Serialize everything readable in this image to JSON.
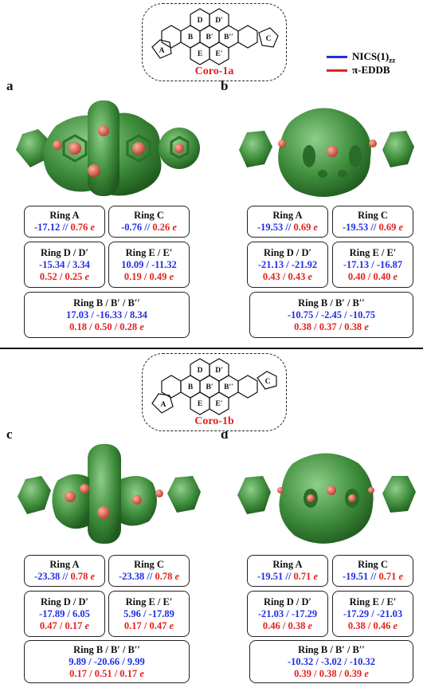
{
  "legend": {
    "nics_label": "NICS(1)",
    "nics_sub": "zz",
    "edb_label": "π-EDDB",
    "nics_color": "#1f2ee6",
    "edb_color": "#e3221f"
  },
  "scheme_top": {
    "name": "Coro-1a",
    "rings": {
      "A": "A",
      "B": "B",
      "Bp": "B′",
      "Bpp": "B′′",
      "C": "C",
      "D": "D",
      "Dp": "D′",
      "E": "E",
      "Ep": "E′"
    }
  },
  "scheme_bottom": {
    "name": "Coro-1b",
    "rings": {
      "A": "A",
      "B": "B",
      "Bp": "B′",
      "Bpp": "B′′",
      "C": "C",
      "D": "D",
      "Dp": "D′",
      "E": "E",
      "Ep": "E′"
    }
  },
  "panels": {
    "a": {
      "label": "a",
      "ringA": {
        "title": "Ring A",
        "nics": "-17.12",
        "sep": " // ",
        "edb": "0.76",
        "unit": " e"
      },
      "ringC": {
        "title": "Ring C",
        "nics": "-0.76",
        "sep": " // ",
        "edb": "0.26",
        "unit": " e"
      },
      "ringD": {
        "title": "Ring D / D′",
        "nics": "-15.34 / 3.34",
        "edb": "0.52 / 0.25",
        "unit": " e"
      },
      "ringE": {
        "title": "Ring E / E′",
        "nics": "10.09 / -11.32",
        "edb": "0.19 / 0.49",
        "unit": " e"
      },
      "ringB": {
        "title": "Ring B / B′ / B′′",
        "nics": "17.03 / -16.33 / 8.34",
        "edb": "0.18 / 0.50 / 0.28",
        "unit": " e"
      }
    },
    "b": {
      "label": "b",
      "ringA": {
        "title": "Ring A",
        "nics": "-19.53",
        "sep": " // ",
        "edb": "0.69",
        "unit": " e"
      },
      "ringC": {
        "title": "Ring C",
        "nics": "-19.53",
        "sep": " // ",
        "edb": "0.69",
        "unit": " e"
      },
      "ringD": {
        "title": "Ring D / D′",
        "nics": "-21.13 / -21.92",
        "edb": "0.43 / 0.43",
        "unit": " e"
      },
      "ringE": {
        "title": "Ring E / E′",
        "nics": "-17.13 / -16.87",
        "edb": "0.40 / 0.40",
        "unit": " e"
      },
      "ringB": {
        "title": "Ring B / B′ / B′′",
        "nics": "-10.75 / -2.45 / -10.75",
        "edb": "0.38 / 0.37 / 0.38",
        "unit": " e"
      }
    },
    "c": {
      "label": "c",
      "ringA": {
        "title": "Ring A",
        "nics": "-23.38",
        "sep": " // ",
        "edb": "0.78",
        "unit": " e"
      },
      "ringC": {
        "title": "Ring C",
        "nics": "-23.38",
        "sep": " // ",
        "edb": "0.78",
        "unit": " e"
      },
      "ringD": {
        "title": "Ring D / D′",
        "nics": "-17.89 / 6.05",
        "edb": "0.47 / 0.17",
        "unit": " e"
      },
      "ringE": {
        "title": "Ring E / E′",
        "nics": "5.96 / -17.89",
        "edb": "0.17 / 0.47",
        "unit": " e"
      },
      "ringB": {
        "title": "Ring B / B′ / B′′",
        "nics": "9.89 / -20.66 / 9.99",
        "edb": "0.17 / 0.51 / 0.17",
        "unit": " e"
      }
    },
    "d": {
      "label": "d",
      "ringA": {
        "title": "Ring A",
        "nics": "-19.51",
        "sep": " // ",
        "edb": "0.71",
        "unit": " e"
      },
      "ringC": {
        "title": "Ring C",
        "nics": "-19.51",
        "sep": " // ",
        "edb": "0.71",
        "unit": " e"
      },
      "ringD": {
        "title": "Ring D / D′",
        "nics": "-21.03 / -17.29",
        "edb": "0.46 / 0.38",
        "unit": " e"
      },
      "ringE": {
        "title": "Ring E / E′",
        "nics": "-17.29 / -21.03",
        "edb": "0.38 / 0.46",
        "unit": " e"
      },
      "ringB": {
        "title": "Ring B / B′ / B′′",
        "nics": "-10.32 / -3.02 / -10.32",
        "edb": "0.39 / 0.38 / 0.39",
        "unit": " e"
      }
    }
  }
}
